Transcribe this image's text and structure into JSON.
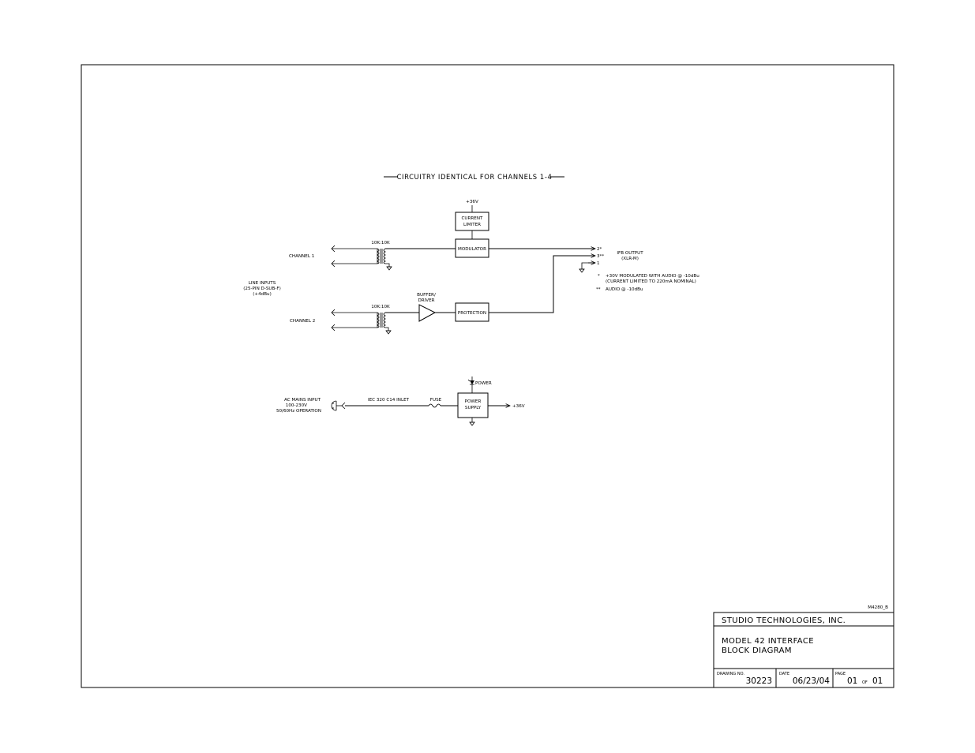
{
  "drawing_ref": "M4280_B",
  "title_block": {
    "company": "STUDIO TECHNOLOGIES, INC.",
    "title_line1": "MODEL 42 INTERFACE",
    "title_line2": "BLOCK DIAGRAM",
    "drawing_no_label": "DRAWING NO.",
    "drawing_no": "30223",
    "date_label": "DATE",
    "date": "06/23/04",
    "page_label": "PAGE",
    "page": "01",
    "page_of": "OF",
    "page_total": "01"
  },
  "channel_section": {
    "heading": "CIRCUITRY IDENTICAL FOR CHANNELS 1-4",
    "supply_label": "+36V",
    "current_limiter_line1": "CURRENT",
    "current_limiter_line2": "LIMITER",
    "modulator": "MODULATOR",
    "protection": "PROTECTION",
    "buffer_line1": "BUFFER/",
    "buffer_line2": "DRIVER",
    "xfmr1_ratio": "10K:10K",
    "xfmr2_ratio": "10K:10K",
    "channel1": "CHANNEL 1",
    "channel2": "CHANNEL 2",
    "line_inputs_line1": "LINE INPUTS",
    "line_inputs_line2": "(25-PIN D-SUB-F)",
    "line_inputs_line3": "(+4dBu)",
    "pin2": "2*",
    "pin3": "3**",
    "pin1": "1",
    "ifb_output_line1": "IFB OUTPUT",
    "ifb_output_line2": "(XLR-M)",
    "note1_mark": "*",
    "note1_line1": "+30V MODULATED WITH AUDIO @ -10dBu",
    "note1_line2": "(CURRENT LIMITED TO 220mA NOMINAL)",
    "note2_mark": "**",
    "note2_line1": "AUDIO @ -10dBu"
  },
  "power_section": {
    "ac_line1": "AC MAINS INPUT",
    "ac_line2": "100-230V",
    "ac_line3": "50/60Hz OPERATION",
    "iec_label": "IEC 320 C14 INLET",
    "fuse_label": "FUSE",
    "ps_line1": "POWER",
    "ps_line2": "SUPPLY",
    "led_label": "POWER",
    "output_label": "+36V"
  }
}
